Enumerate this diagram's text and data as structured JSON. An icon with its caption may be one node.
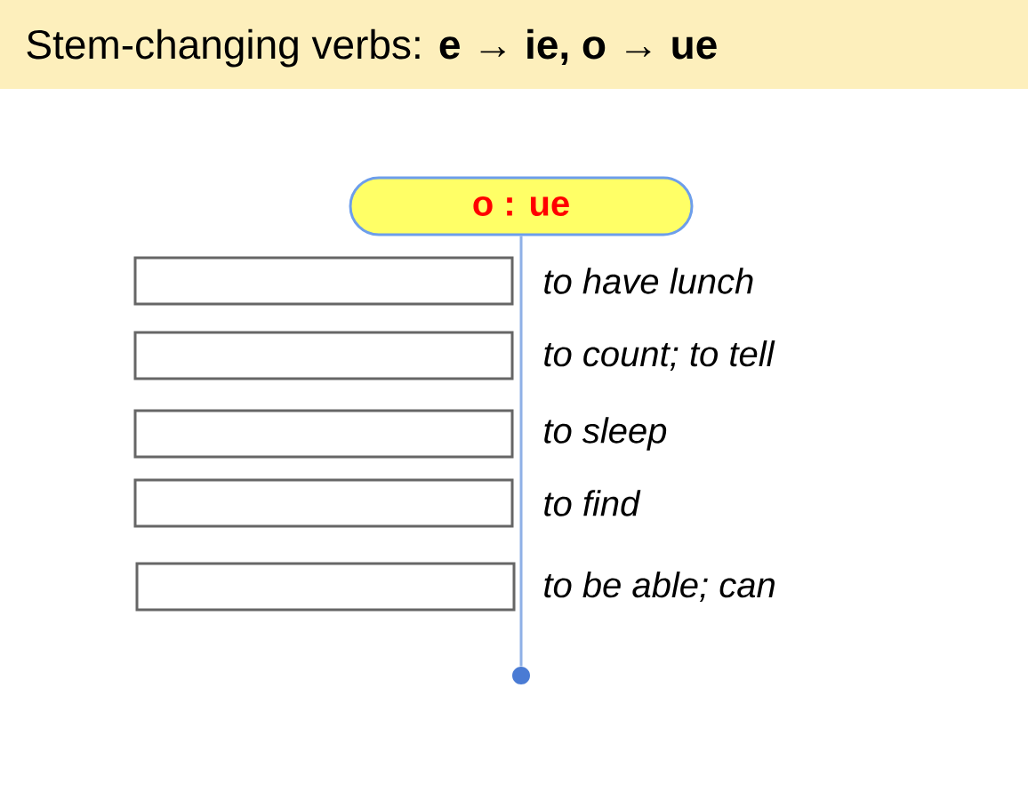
{
  "diagram": {
    "title": "Stem-changing verbs: **e** → **ie, o** → **ue**",
    "nodes": [
      {
        "text": [
          "o : ue"
        ]
      },
      {
        "text": [],
        "shape": "box",
        "beside": [
          "to have lunch"
        ]
      },
      {
        "text": [],
        "shape": "box",
        "beside": [
          "to count; to tell"
        ]
      },
      {
        "text": [],
        "shape": "box",
        "beside": [
          "to sleep"
        ]
      },
      {
        "text": [],
        "shape": "box",
        "beside": [
          "to find"
        ]
      },
      {
        "text": [],
        "shape": "box",
        "beside": [
          "to be able; can"
        ]
      },
      {
        "text": [],
        "shape": "circle"
      }
    ],
    "edges": [
      {
        "from": 0,
        "to": 6,
        "arrow": "none"
      }
    ]
  }
}
